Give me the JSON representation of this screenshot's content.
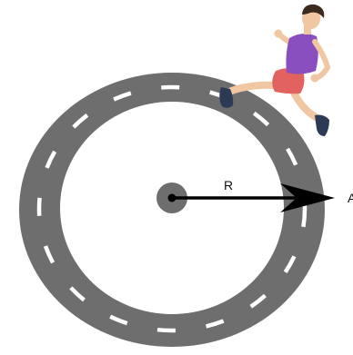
{
  "diagram": {
    "radius_label": "R",
    "point_label": "A"
  },
  "colors": {
    "track": "#6e6e6e",
    "lane_marking": "#ffffff",
    "center_dot": "#6e6e6e",
    "arrow": "#000000",
    "runner_shirt": "#8a4fbf",
    "runner_shorts": "#e2625f",
    "runner_skin": "#f0c7a2",
    "runner_hair": "#3b2a1d"
  },
  "icons": {
    "runner": "runner-figure"
  }
}
